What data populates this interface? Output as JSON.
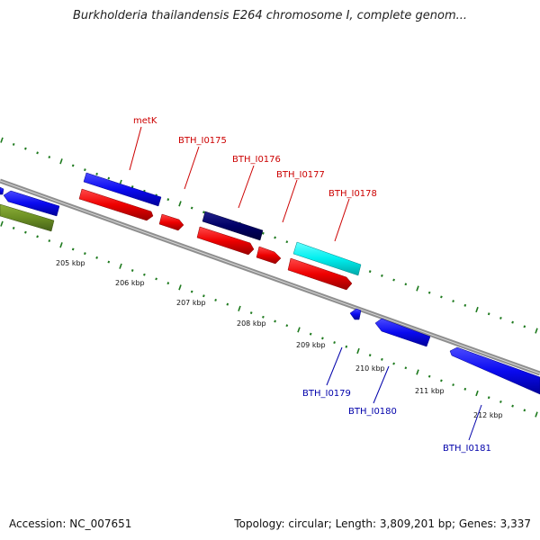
{
  "title": "Burkholderia thailandensis E264 chromosome I, complete genom...",
  "footer": {
    "accession": "Accession: NC_007651",
    "summary": "Topology: circular; Length: 3,809,201 bp; Genes: 3,337"
  },
  "colors": {
    "backbone": "#8f8f8f",
    "tick": "#1e7a1e",
    "forward_label": "#cc0000",
    "reverse_label": "#0000aa",
    "blue": "#0a0af0",
    "red": "#ee0000",
    "navy": "#000066",
    "cyan": "#00eeee",
    "olive": "#6b8e23"
  },
  "scale_labels": [
    "205 kbp",
    "206 kbp",
    "207 kbp",
    "208 kbp",
    "209 kbp",
    "210 kbp",
    "211 kbp",
    "212 kbp"
  ],
  "forward_genes": [
    "metK",
    "BTH_I0175",
    "BTH_I0176",
    "BTH_I0177",
    "BTH_I0178"
  ],
  "reverse_genes": [
    "BTH_I0179",
    "BTH_I0180",
    "BTH_I0181"
  ]
}
